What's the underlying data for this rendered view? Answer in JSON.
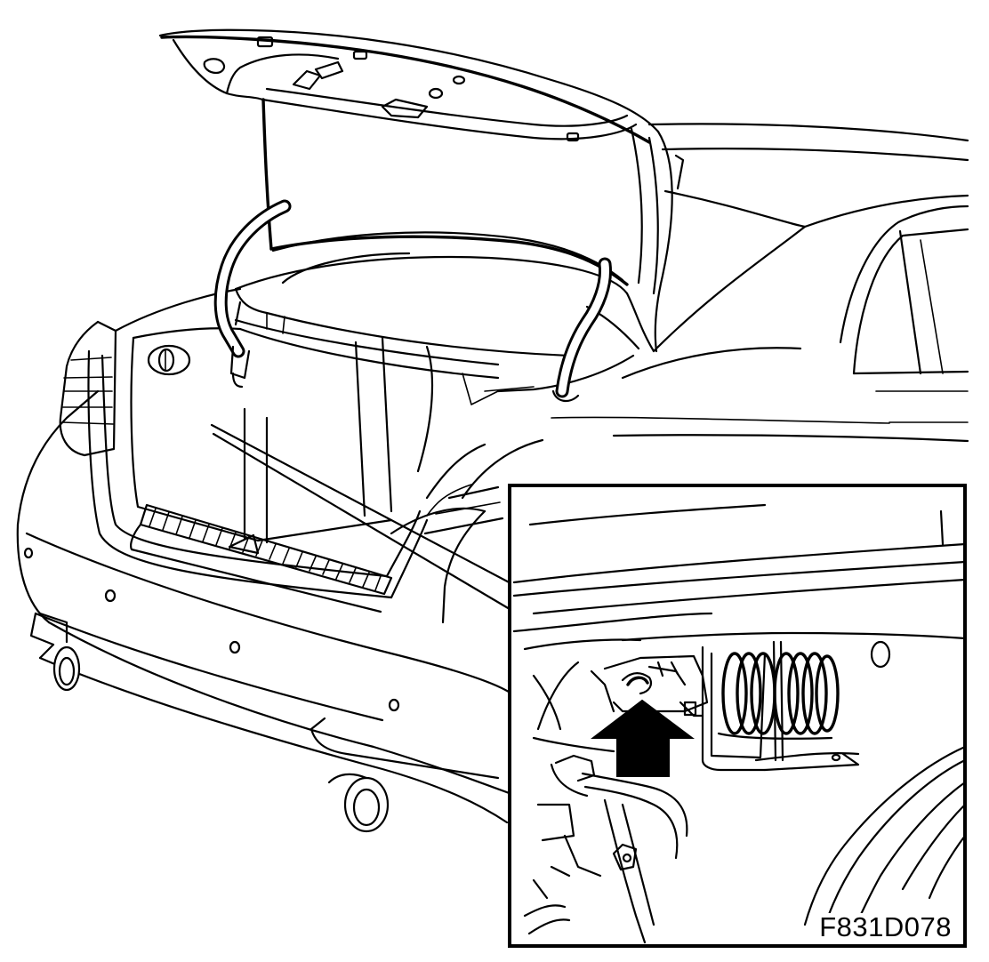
{
  "figure": {
    "code": "F831D078"
  },
  "illustration": {
    "subject": "car-rear-open-trunk",
    "inset_subject": "trunk-lid-hinge-spring",
    "arrow_direction": "up"
  }
}
